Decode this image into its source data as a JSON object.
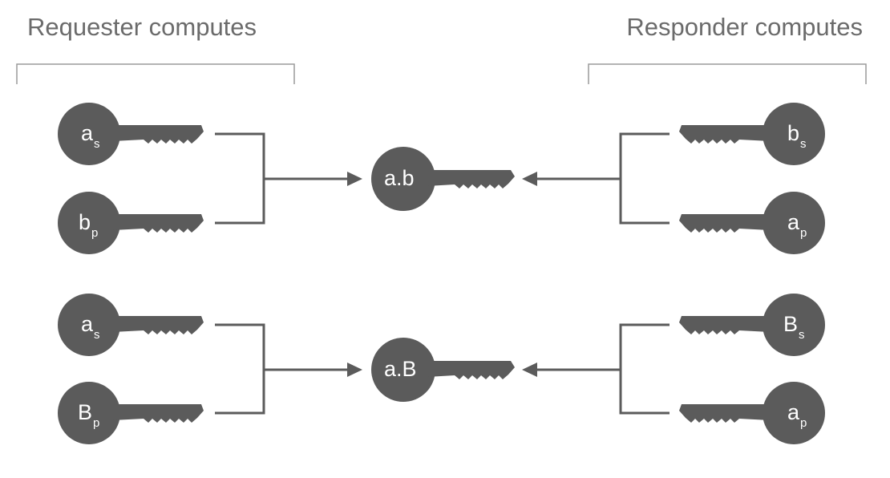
{
  "headers": {
    "left": "Requester computes",
    "right": "Responder computes"
  },
  "rows": [
    {
      "left_keys": [
        {
          "main": "a",
          "sub": "s"
        },
        {
          "main": "b",
          "sub": "p"
        }
      ],
      "result": "a.b",
      "right_keys": [
        {
          "main": "b",
          "sub": "s"
        },
        {
          "main": "a",
          "sub": "p"
        }
      ]
    },
    {
      "left_keys": [
        {
          "main": "a",
          "sub": "s"
        },
        {
          "main": "B",
          "sub": "p"
        }
      ],
      "result": "a.B",
      "right_keys": [
        {
          "main": "B",
          "sub": "s"
        },
        {
          "main": "a",
          "sub": "p"
        }
      ]
    }
  ],
  "colors": {
    "key": "#5b5b5b",
    "text": "#ffffff",
    "line": "#5b5b5b",
    "bracket": "#9a9a9a",
    "header": "#6b6b6b"
  }
}
